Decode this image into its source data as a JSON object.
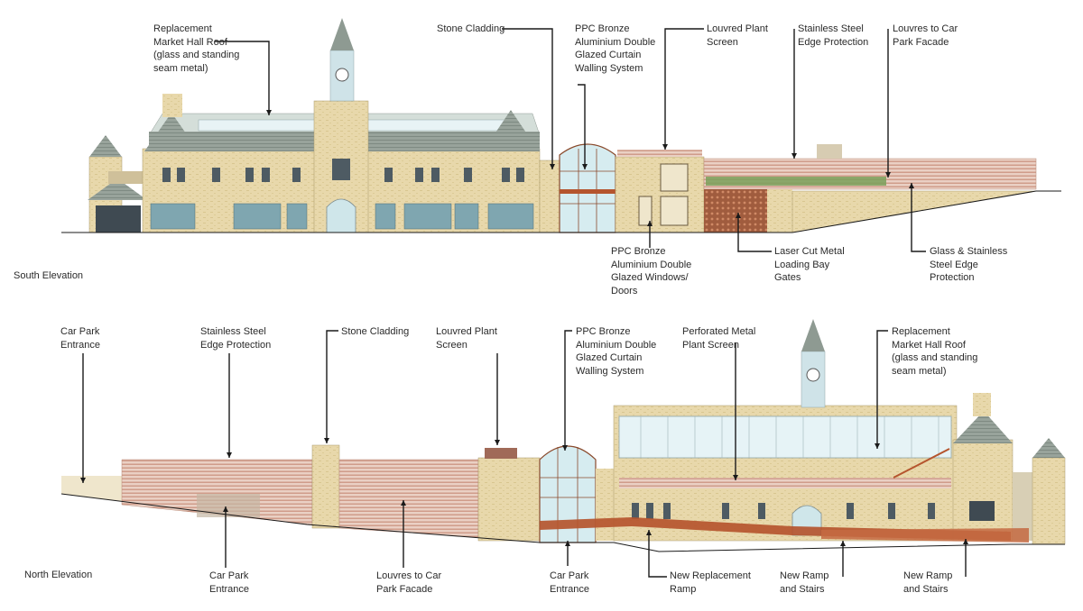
{
  "elevations": {
    "south": {
      "title": "South Elevation",
      "labels": {
        "market_roof": "Replacement\nMarket Hall Roof\n(glass and standing\nseam metal)",
        "stone_cladding": "Stone Cladding",
        "curtain_walling": "PPC Bronze\nAluminium Double\nGlazed Curtain\nWalling System",
        "louvred_plant": "Louvred Plant\nScreen",
        "stainless_edge": "Stainless Steel\nEdge Protection",
        "louvres_facade": "Louvres to Car\nPark Facade",
        "windows_doors": "PPC Bronze\nAluminium Double\nGlazed Windows/\nDoors",
        "laser_gates": "Laser Cut Metal\nLoading Bay\nGates",
        "glass_edge": "Glass & Stainless\nSteel Edge\nProtection"
      }
    },
    "north": {
      "title": "North Elevation",
      "labels": {
        "car_park_entrance_top": "Car Park\nEntrance",
        "stainless_edge": "Stainless Steel\nEdge Protection",
        "stone_cladding": "Stone Cladding",
        "louvred_plant": "Louvred Plant\nScreen",
        "curtain_walling": "PPC Bronze\nAluminium Double\nGlazed Curtain\nWalling System",
        "perforated_plant": "Perforated Metal\nPlant Screen",
        "market_roof": "Replacement\nMarket Hall Roof\n(glass and standing\nseam metal)",
        "car_park_entrance_low": "Car Park\nEntrance",
        "louvres_facade": "Louvres to Car\nPark Facade",
        "car_park_entrance_mid": "Car Park\nEntrance",
        "replacement_ramp": "New Replacement\nRamp",
        "ramp_stairs_1": "New Ramp\nand Stairs",
        "ramp_stairs_2": "New Ramp\nand Stairs"
      }
    }
  },
  "colors": {
    "stone": "#e6d6a8",
    "stone_dark": "#cdbb88",
    "slate_roof": "#8e9a92",
    "glass": "#d8eef2",
    "bronze": "#b5552e",
    "louvre": "#d9b2a2",
    "line": "#1a1a1a"
  }
}
